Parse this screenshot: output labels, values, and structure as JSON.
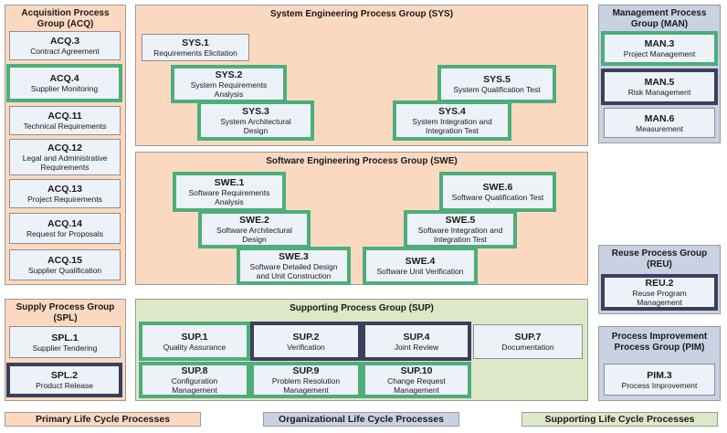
{
  "groups": {
    "acq": "Acquisition Process\nGroup (ACQ)",
    "sys": "System Engineering Process Group (SYS)",
    "man": "Management Process\nGroup (MAN)",
    "swe": "Software Engineering Process Group (SWE)",
    "reu": "Reuse Process Group\n(REU)",
    "spl": "Supply Process Group\n(SPL)",
    "sup": "Supporting Process Group (SUP)",
    "pim": "Process Improvement\nProcess Group (PIM)"
  },
  "acq": [
    {
      "id": "ACQ.3",
      "name": "Contract Agreement"
    },
    {
      "id": "ACQ.4",
      "name": "Supplier Monitoring"
    },
    {
      "id": "ACQ.11",
      "name": "Technical Requirements"
    },
    {
      "id": "ACQ.12",
      "name": "Legal and Administrative\nRequirements"
    },
    {
      "id": "ACQ.13",
      "name": "Project Requirements"
    },
    {
      "id": "ACQ.14",
      "name": "Request for Proposals"
    },
    {
      "id": "ACQ.15",
      "name": "Supplier Qualification"
    }
  ],
  "sys": [
    {
      "id": "SYS.1",
      "name": "Requirements Elicitation"
    },
    {
      "id": "SYS.2",
      "name": "System Requirements\nAnalysis"
    },
    {
      "id": "SYS.3",
      "name": "System Architectural\nDesign"
    },
    {
      "id": "SYS.4",
      "name": "System Integration and\nIntegration Test"
    },
    {
      "id": "SYS.5",
      "name": "System Qualification Test"
    }
  ],
  "man": [
    {
      "id": "MAN.3",
      "name": "Project Management"
    },
    {
      "id": "MAN.5",
      "name": "Risk Management"
    },
    {
      "id": "MAN.6",
      "name": "Measurement"
    }
  ],
  "swe": [
    {
      "id": "SWE.1",
      "name": "Software Requirements\nAnalysis"
    },
    {
      "id": "SWE.2",
      "name": "Software Architectural\nDesign"
    },
    {
      "id": "SWE.3",
      "name": "Software Detailed Design\nand Unit Construction"
    },
    {
      "id": "SWE.4",
      "name": "Software Unit Verification"
    },
    {
      "id": "SWE.5",
      "name": "Software Integration and\nIntegration Test"
    },
    {
      "id": "SWE.6",
      "name": "Software Qualification Test"
    }
  ],
  "reu": [
    {
      "id": "REU.2",
      "name": "Reuse Program\nManagement"
    }
  ],
  "spl": [
    {
      "id": "SPL.1",
      "name": "Supplier Tendering"
    },
    {
      "id": "SPL.2",
      "name": "Product Release"
    }
  ],
  "sup": [
    {
      "id": "SUP.1",
      "name": "Quality Assurance"
    },
    {
      "id": "SUP.2",
      "name": "Verification"
    },
    {
      "id": "SUP.4",
      "name": "Joint Review"
    },
    {
      "id": "SUP.7",
      "name": "Documentation"
    },
    {
      "id": "SUP.8",
      "name": "Configuration\nManagement"
    },
    {
      "id": "SUP.9",
      "name": "Problem Resolution\nManagement"
    },
    {
      "id": "SUP.10",
      "name": "Change Request\nManagement"
    }
  ],
  "pim": [
    {
      "id": "PIM.3",
      "name": "Process Improvement"
    }
  ],
  "footer": {
    "primary": "Primary Life Cycle Processes",
    "organizational": "Organizational Life Cycle Processes",
    "supporting": "Supporting Life Cycle Processes"
  },
  "colors": {
    "primary_bg": "#fbd9c0",
    "organizational_bg": "#c8d2e3",
    "supporting_bg": "#dde8c8",
    "highlight_green": "#4cae7a",
    "highlight_navy": "#3b3e5c"
  }
}
